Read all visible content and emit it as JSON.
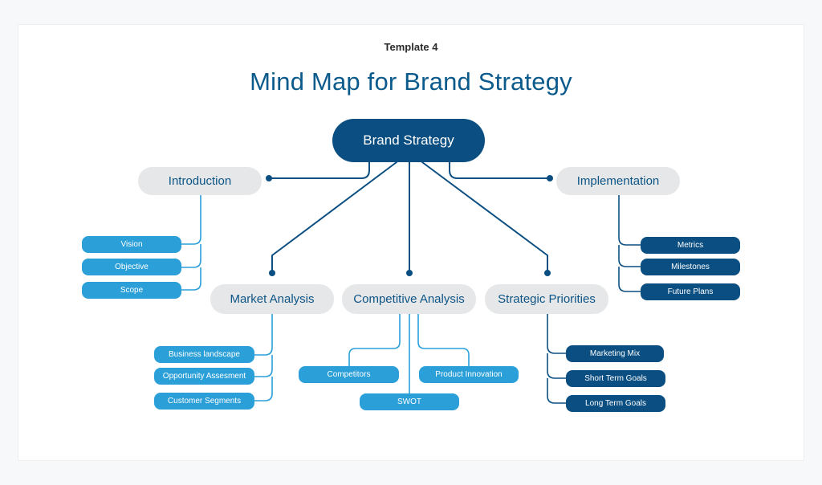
{
  "header": {
    "template_label": "Template 4",
    "title": "Mind Map for Brand Strategy"
  },
  "colors": {
    "primary_dark": "#0b4f82",
    "light_blue": "#2b9fd8",
    "branch_gray": "#e6e7e8",
    "title_blue": "#0b5a8c"
  },
  "central": {
    "label": "Brand Strategy"
  },
  "branches": {
    "introduction": {
      "label": "Introduction",
      "items": [
        "Vision",
        "Objective",
        "Scope"
      ]
    },
    "implementation": {
      "label": "Implementation",
      "items": [
        "Metrics",
        "Milestones",
        "Future Plans"
      ]
    },
    "market_analysis": {
      "label": "Market Analysis",
      "items": [
        "Business landscape",
        "Opportunity Assesment",
        "Customer Segments"
      ]
    },
    "competitive_analysis": {
      "label": "Competitive Analysis",
      "items": [
        "Competitors",
        "Product Innovation",
        "SWOT"
      ]
    },
    "strategic_priorities": {
      "label": "Strategic Priorities",
      "items": [
        "Marketing Mix",
        "Short Term Goals",
        "Long Term Goals"
      ]
    }
  }
}
